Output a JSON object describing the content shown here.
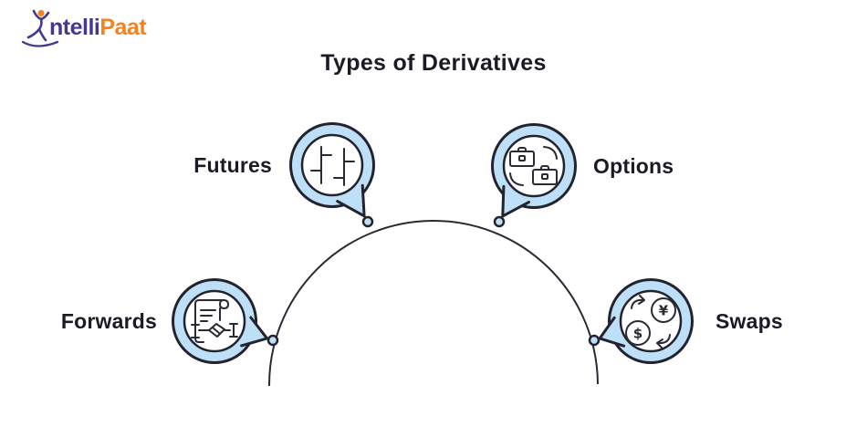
{
  "title": "Types of Derivatives",
  "logo": {
    "brand_first": "ntelli",
    "brand_second": "Paat",
    "figure_icon": "leaping-person-icon",
    "color_primary": "#44398E",
    "color_accent": "#F5821F"
  },
  "diagram": {
    "type": "semicircle-spoke-infographic",
    "colors": {
      "bubble_fill": "#BDDFF8",
      "outline": "#23232E",
      "label_text": "#1B1B26",
      "background": "#FFFFFF"
    },
    "nodes": [
      {
        "label": "Futures",
        "icon": "futures-price-bars-icon",
        "position": "top-left"
      },
      {
        "label": "Options",
        "icon": "briefcase-exchange-icon",
        "position": "top-right"
      },
      {
        "label": "Forwards",
        "icon": "contract-handshake-icon",
        "position": "left"
      },
      {
        "label": "Swaps",
        "icon": "currency-exchange-icon",
        "position": "right"
      }
    ],
    "swaps_currencies": {
      "top": "¥",
      "bottom": "$"
    }
  }
}
